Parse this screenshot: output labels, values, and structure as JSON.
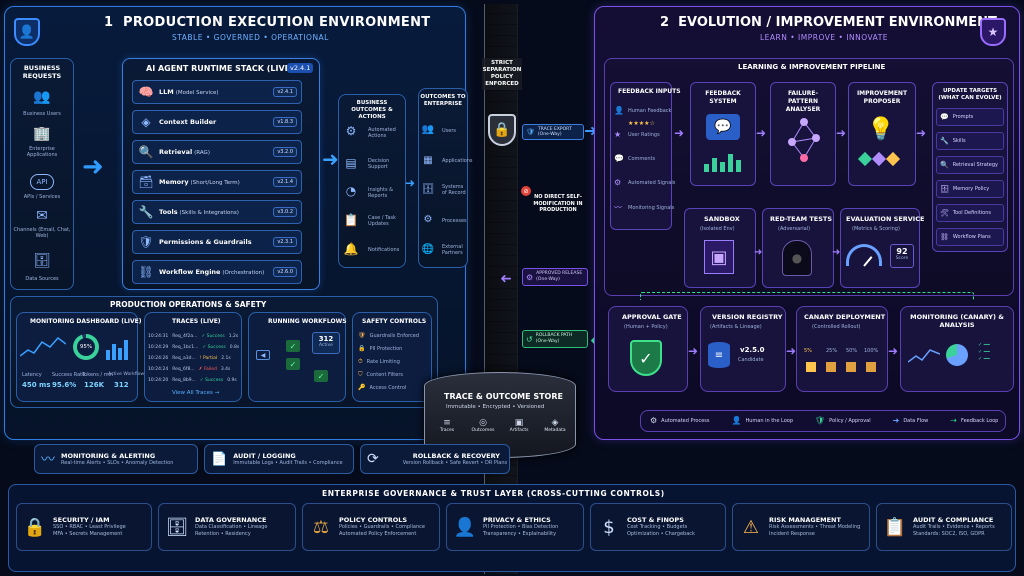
{
  "left": {
    "number": "1",
    "title": "PRODUCTION EXECUTION ENVIRONMENT",
    "subtitle": "STABLE • GOVERNED • OPERATIONAL",
    "requests": {
      "title": "BUSINESS REQUESTS",
      "items": [
        "Business Users",
        "Enterprise Applications",
        "APIs / Services",
        "Channels (Email, Chat, Web)",
        "Data Sources"
      ]
    },
    "stack": {
      "title": "AI AGENT RUNTIME STACK (LIVE)",
      "version": "v2.4.1",
      "rows": [
        {
          "name": "LLM",
          "detail": "(Model Service)",
          "ver": "v2.4.1"
        },
        {
          "name": "Context Builder",
          "detail": "",
          "ver": "v1.8.3"
        },
        {
          "name": "Retrieval",
          "detail": "(RAG)",
          "ver": "v3.2.0"
        },
        {
          "name": "Memory",
          "detail": "(Short/Long Term)",
          "ver": "v2.1.4"
        },
        {
          "name": "Tools",
          "detail": "(Skills & Integrations)",
          "ver": "v3.0.2"
        },
        {
          "name": "Permissions & Guardrails",
          "detail": "",
          "ver": "v2.3.1"
        },
        {
          "name": "Workflow Engine",
          "detail": "(Orchestration)",
          "ver": "v2.6.0"
        }
      ]
    },
    "outcomes": {
      "title": "BUSINESS OUTCOMES & ACTIONS",
      "items": [
        "Automated Actions",
        "Decision Support",
        "Insights & Reports",
        "Case / Task Updates",
        "Notifications"
      ]
    },
    "enterprise": {
      "title": "OUTCOMES TO ENTERPRISE",
      "items": [
        "Users",
        "Applications",
        "Systems of Record",
        "Processes",
        "External Partners"
      ]
    },
    "ops": {
      "title": "PRODUCTION OPERATIONS & SAFETY",
      "dashboard": {
        "title": "MONITORING DASHBOARD (LIVE)",
        "donut": "95%",
        "metrics": [
          {
            "label": "Latency",
            "value": "450 ms"
          },
          {
            "label": "Success Rate",
            "value": "95.6%"
          },
          {
            "label": "Tokens / min",
            "value": "126K"
          },
          {
            "label": "Active Workflows",
            "value": "312"
          }
        ]
      },
      "traces": {
        "title": "TRACES (LIVE)",
        "rows": [
          {
            "time": "10:24:31",
            "req": "Req_4f2a...",
            "status": "✓ Success",
            "dur": "1.2s"
          },
          {
            "time": "10:24:29",
            "req": "Req_1bc1...",
            "status": "✓ Success",
            "dur": "0.8s"
          },
          {
            "time": "10:24:26",
            "req": "Req_a3d...",
            "status": "! Partial",
            "dur": "2.1s"
          },
          {
            "time": "10:24:24",
            "req": "Req_6f8...",
            "status": "✗ Failed",
            "dur": "3.4s"
          },
          {
            "time": "10:24:20",
            "req": "Req_8b9...",
            "status": "✓ Success",
            "dur": "0.9s"
          }
        ],
        "link": "View All Traces →"
      },
      "workflows": {
        "title": "RUNNING WORKFLOWS",
        "count": "312",
        "count_label": "Active"
      },
      "safety": {
        "title": "SAFETY CONTROLS",
        "items": [
          "Guardrails Enforced",
          "PII Protection",
          "Rate Limiting",
          "Content Filters",
          "Access Control"
        ]
      }
    }
  },
  "wall": {
    "title": "STRICT SEPARATION POLICY ENFORCED",
    "trace_export": "TRACE EXPORT (One-Way)",
    "no_direct": "NO DIRECT SELF-MODIFICATION IN PRODUCTION",
    "approved": "APPROVED RELEASE (One-Way)",
    "rollback": "ROLLBACK PATH (One-Way)"
  },
  "right": {
    "number": "2",
    "title": "EVOLUTION / IMPROVEMENT ENVIRONMENT",
    "subtitle": "LEARN • IMPROVE • INNOVATE",
    "pipeline": "LEARNING & IMPROVEMENT PIPELINE",
    "feedback_inputs": {
      "title": "FEEDBACK INPUTS",
      "items": [
        "Human Feedback",
        "User Ratings",
        "Comments",
        "Automated Signals",
        "Monitoring Signals"
      ]
    },
    "feedback_system": "FEEDBACK SYSTEM",
    "failure": "FAILURE-PATTERN ANALYSER",
    "proposer": "IMPROVEMENT PROPOSER",
    "targets": {
      "title": "UPDATE TARGETS (WHAT CAN EVOLVE)",
      "items": [
        "Prompts",
        "Skills",
        "Retrieval Strategy",
        "Memory Policy",
        "Tool Definitions",
        "Workflow Plans"
      ]
    },
    "sandbox": {
      "title": "SANDBOX",
      "sub": "(Isolated Env)"
    },
    "redteam": {
      "title": "RED-TEAM TESTS",
      "sub": "(Adversarial)"
    },
    "evaluation": {
      "title": "EVALUATION SERVICE",
      "sub": "(Metrics & Scoring)",
      "score": "92",
      "score_label": "Score"
    },
    "approval": {
      "title": "APPROVAL GATE",
      "sub": "(Human + Policy)"
    },
    "registry": {
      "title": "VERSION REGISTRY",
      "sub": "(Artifacts & Lineage)",
      "ver": "v2.5.0",
      "ver_label": "Candidate"
    },
    "canary": {
      "title": "CANARY DEPLOYMENT",
      "sub": "(Controlled Rollout)",
      "steps": [
        "5%",
        "25%",
        "50%",
        "100%"
      ]
    },
    "monitoring": {
      "title": "MONITORING (CANARY) & ANALYSIS"
    },
    "legend": [
      "Automated Process",
      "Human in the Loop",
      "Policy / Approval",
      "Data Flow",
      "Feedback Loop"
    ]
  },
  "store": {
    "title": "TRACE & OUTCOME STORE",
    "sub": "Immutable • Encrypted • Versioned",
    "items": [
      "Traces",
      "Outcomes",
      "Artifacts",
      "Metadata"
    ]
  },
  "bottom": [
    {
      "title": "MONITORING & ALERTING",
      "desc": "Real-time Alerts • SLOs • Anomaly Detection"
    },
    {
      "title": "AUDIT / LOGGING",
      "desc": "Immutable Logs • Audit Trails • Compliance"
    },
    {
      "title": "ROLLBACK & RECOVERY",
      "desc": "Version Rollback • Safe Revert • DR Plans"
    }
  ],
  "governance": {
    "title": "ENTERPRISE GOVERNANCE & TRUST LAYER (CROSS-CUTTING CONTROLS)",
    "items": [
      {
        "title": "SECURITY / IAM",
        "d1": "SSO • RBAC • Least Privilege",
        "d2": "MFA • Secrets Management"
      },
      {
        "title": "DATA GOVERNANCE",
        "d1": "Data Classification • Lineage",
        "d2": "Retention • Residency"
      },
      {
        "title": "POLICY CONTROLS",
        "d1": "Policies • Guardrails • Compliance",
        "d2": "Automated Policy Enforcement"
      },
      {
        "title": "PRIVACY & ETHICS",
        "d1": "PII Protection • Bias Detection",
        "d2": "Transparency • Explainability"
      },
      {
        "title": "COST & FINOPS",
        "d1": "Cost Tracking • Budgets",
        "d2": "Optimization • Chargeback"
      },
      {
        "title": "RISK MANAGEMENT",
        "d1": "Risk Assessments • Threat Modeling",
        "d2": "Incident Response"
      },
      {
        "title": "AUDIT & COMPLIANCE",
        "d1": "Audit Trails • Evidence • Reports",
        "d2": "Standards: SOC2, ISO, GDPR"
      }
    ]
  }
}
